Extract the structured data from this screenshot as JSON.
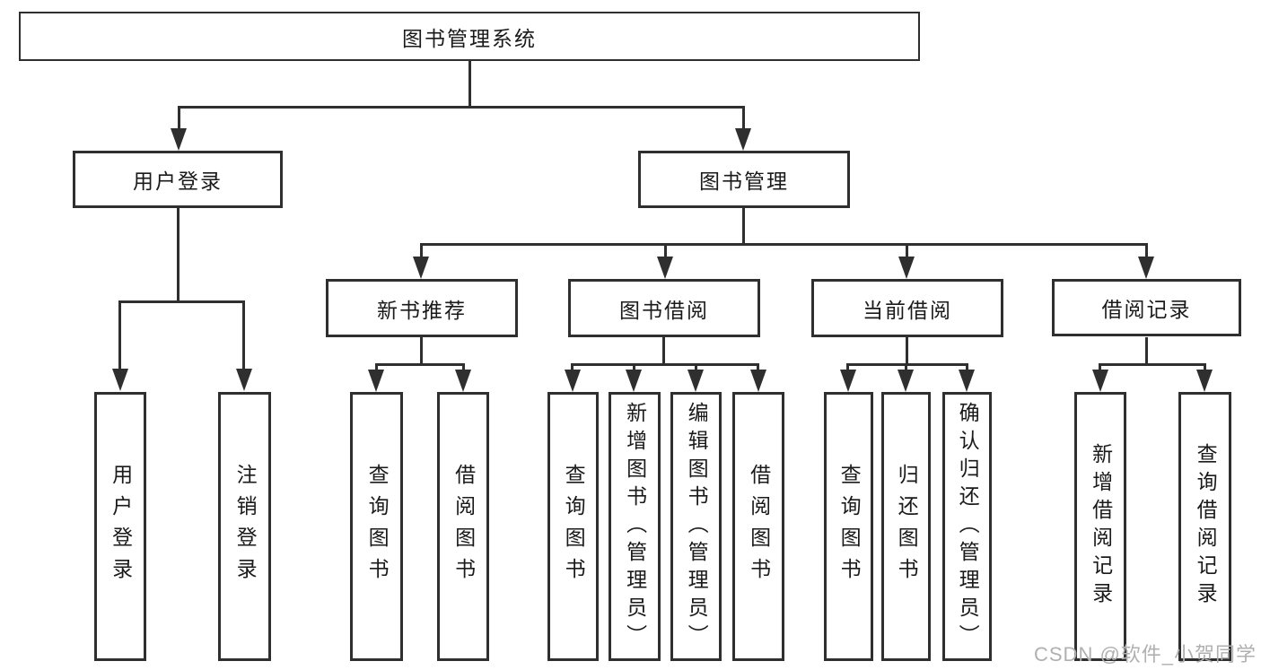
{
  "tree": {
    "root": {
      "label": "图书管理系统",
      "children": [
        {
          "label": "用户登录",
          "children": [
            {
              "label": "用户登录"
            },
            {
              "label": "注销登录"
            }
          ]
        },
        {
          "label": "图书管理",
          "children": [
            {
              "label": "新书推荐",
              "children": [
                {
                  "label": "查询图书"
                },
                {
                  "label": "借阅图书"
                }
              ]
            },
            {
              "label": "图书借阅",
              "children": [
                {
                  "label": "查询图书"
                },
                {
                  "label": "新增图书（管理员）"
                },
                {
                  "label": "编辑图书（管理员）"
                },
                {
                  "label": "借阅图书"
                }
              ]
            },
            {
              "label": "当前借阅",
              "children": [
                {
                  "label": "查询图书"
                },
                {
                  "label": "归还图书"
                },
                {
                  "label": "确认归还（管理员）"
                }
              ]
            },
            {
              "label": "借阅记录",
              "children": [
                {
                  "label": "新增借阅记录"
                },
                {
                  "label": "查询借阅记录"
                }
              ]
            }
          ]
        }
      ]
    }
  },
  "watermark": {
    "text": "CSDN @软件_小贺同学"
  },
  "colors": {
    "line": "#2f2f2f",
    "text": "#1a1a1a",
    "watermark_text": "#b0b0b0",
    "background": "#ffffff"
  }
}
